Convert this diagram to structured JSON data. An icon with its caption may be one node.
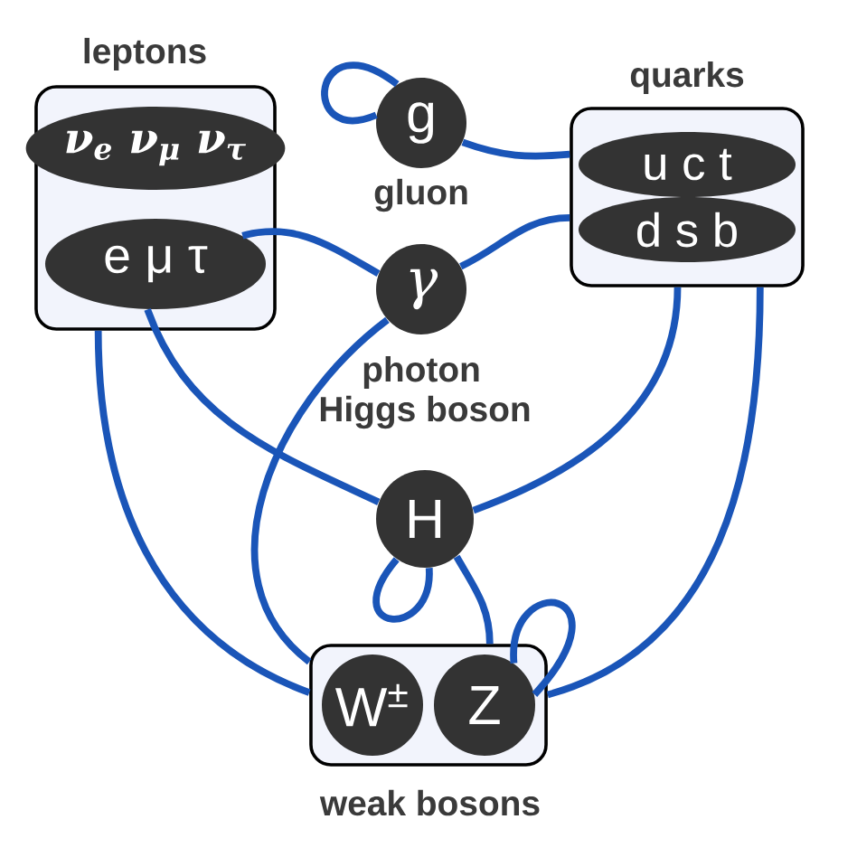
{
  "diagram": {
    "nodes": [
      {
        "text": [
          "leptons"
        ]
      },
      {
        "text": [
          "ν$_{e}$ ν$_{μ}$ ν$_{τ}$"
        ],
        "in": 0
      },
      {
        "text": [
          "e μ τ"
        ],
        "in": 0
      },
      {
        "text": [
          "g"
        ],
        "beside": [
          "gluon"
        ]
      },
      {
        "text": [
          "quarks"
        ]
      },
      {
        "text": [
          "u c t"
        ],
        "in": 4
      },
      {
        "text": [
          "d s b"
        ],
        "in": 4
      },
      {
        "text": [
          "γ"
        ],
        "beside": [
          "photon"
        ]
      },
      {
        "text": [
          "H"
        ],
        "beside": [
          "Higgs boson"
        ]
      },
      {
        "text": [
          "weak bosons"
        ]
      },
      {
        "text": [
          "W$^{±}$"
        ],
        "in": 9
      },
      {
        "text": [
          "Z"
        ],
        "in": 9
      }
    ],
    "edges": [
      {
        "from": 3,
        "to": 3,
        "arrow": "none"
      },
      {
        "from": 3,
        "to": 4,
        "arrow": "none"
      },
      {
        "from": 2,
        "to": 7,
        "arrow": "none"
      },
      {
        "from": 7,
        "to": 4,
        "arrow": "none"
      },
      {
        "from": 0,
        "to": 9,
        "arrow": "none"
      },
      {
        "from": 2,
        "to": 8,
        "arrow": "none"
      },
      {
        "from": 7,
        "to": 9,
        "arrow": "none"
      },
      {
        "from": 4,
        "to": 8,
        "arrow": "none"
      },
      {
        "from": 4,
        "to": 9,
        "arrow": "none"
      },
      {
        "from": 8,
        "to": 8,
        "arrow": "none"
      },
      {
        "from": 8,
        "to": 9,
        "arrow": "none"
      },
      {
        "from": 11,
        "to": 11,
        "arrow": "none"
      }
    ]
  }
}
